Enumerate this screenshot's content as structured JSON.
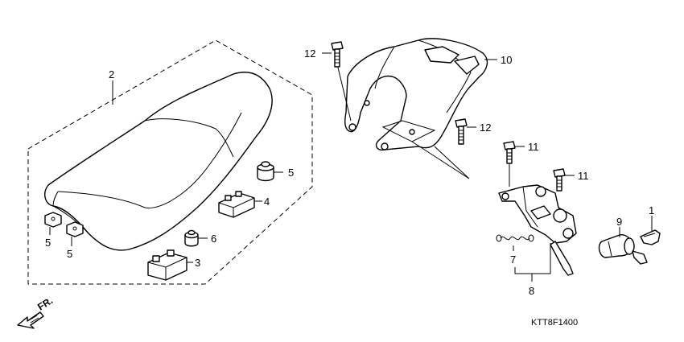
{
  "callouts": {
    "p1": "1",
    "p2": "2",
    "p3": "3",
    "p4": "4",
    "p5a": "5",
    "p5b": "5",
    "p5c": "5",
    "p6": "6",
    "p7": "7",
    "p8": "8",
    "p9": "9",
    "p10": "10",
    "p11a": "11",
    "p11b": "11",
    "p12a": "12",
    "p12b": "12"
  },
  "direction_label": "FR.",
  "diagram_code": "KTT8F1400"
}
